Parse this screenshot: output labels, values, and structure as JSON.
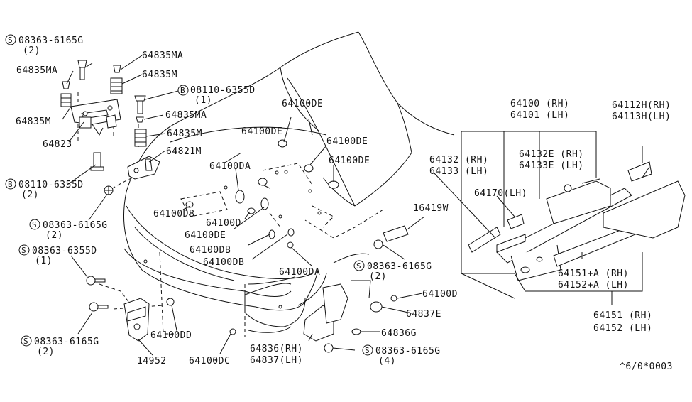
{
  "labels": {
    "s_08363_6165g_top": "08363-6165G",
    "qty_2_a": "(2)",
    "p64835ma_left": "64835MA",
    "p64835ma_top": "64835MA",
    "p64835m_top": "64835M",
    "b_08110_6355d_top": "08110-6355D",
    "qty_1_a": "(1)",
    "p64835m_left": "64835M",
    "p64835ma_mid": "64835MA",
    "p64835m_mid": "64835M",
    "p64823": "64823",
    "p64821m": "64821M",
    "b_08110_6355d_mid": "08110-6355D",
    "qty_2_b": "(2)",
    "s_08363_6165g_mid": "08363-6165G",
    "qty_2_c": "(2)",
    "s_08363_6355d": "08363-6355D",
    "qty_1_b": "(1)",
    "s_08363_6165g_low": "08363-6165G",
    "qty_2_d": "(2)",
    "p14952": "14952",
    "p64100dd": "64100DD",
    "p64100dc": "64100DC",
    "p64100de_1": "64100DE",
    "p64100de_2": "64100DE",
    "p64100de_3": "64100DE",
    "p64100de_4": "64100DE",
    "p64100de_5": "64100DE",
    "p64100da_1": "64100DA",
    "p64100db_1": "64100DB",
    "p64100d_1": "64100D",
    "p64100db_2": "64100DB",
    "p64100db_3": "64100DB",
    "p64100da_2": "64100DA",
    "s_08363_6165g_center": "08363-6165G",
    "qty_2_e": "(2)",
    "p64100d_2": "64100D",
    "p64837e": "64837E",
    "p64836g": "64836G",
    "p64836_rh": "64836(RH)",
    "p64837_lh": "64837(LH)",
    "s_08363_6165g_bottom": "08363-6165G",
    "qty_4": "(4)",
    "p16419w": "16419W",
    "p64132_rh": "64132 (RH)",
    "p64133_lh": "64133 (LH)",
    "p64100_rh": "64100 (RH)",
    "p64101_lh": "64101 (LH)",
    "p64132e_rh": "64132E (RH)",
    "p64133e_lh": "64133E (LH)",
    "p64170_lh": "64170(LH)",
    "p64112h_rh": "64112H(RH)",
    "p64113h_lh": "64113H(LH)",
    "p64151a_rh": "64151+A (RH)",
    "p64152a_lh": "64152+A (LH)",
    "p64151_rh": "64151 (RH)",
    "p64152_lh": "64152 (LH)",
    "ref_code": "^6/0*0003"
  },
  "symbols": {
    "screw_prefix": "S",
    "bolt_prefix": "B"
  }
}
